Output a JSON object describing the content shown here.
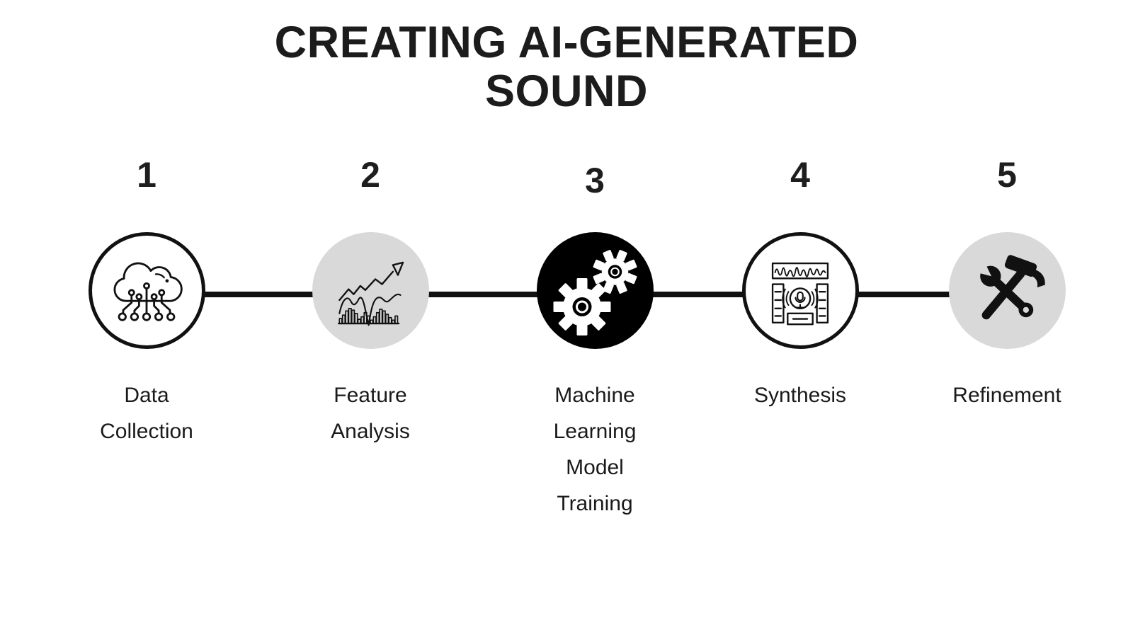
{
  "title": {
    "line1": "CREATING AI-GENERATED",
    "line2": "SOUND"
  },
  "steps": [
    {
      "number": "1",
      "label": "Data Collection",
      "icon": "cloud-data-icon",
      "circle_style": "outline"
    },
    {
      "number": "2",
      "label": "Feature Analysis",
      "icon": "chart-analysis-icon",
      "circle_style": "gray"
    },
    {
      "number": "3",
      "label": "Machine Learning Model Training",
      "icon": "gears-icon",
      "circle_style": "black"
    },
    {
      "number": "4",
      "label": "Synthesis",
      "icon": "synthesizer-icon",
      "circle_style": "outline"
    },
    {
      "number": "5",
      "label": "Refinement",
      "icon": "tools-icon",
      "circle_style": "gray"
    }
  ],
  "colors": {
    "background": "#ffffff",
    "ink": "#1c1c1c",
    "gray_circle": "#d9d9d9",
    "black_circle": "#000000",
    "connector": "#111111"
  }
}
